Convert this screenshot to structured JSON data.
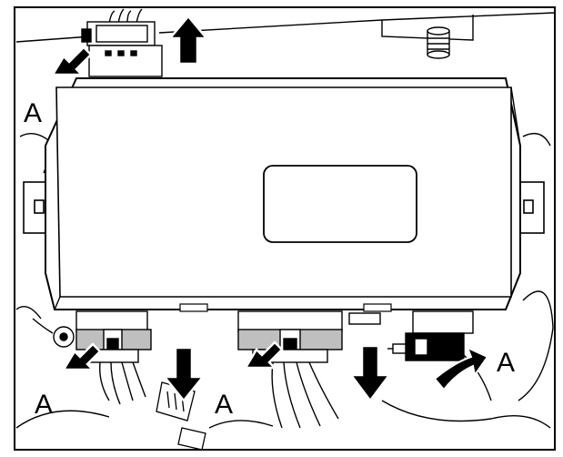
{
  "diagram": {
    "callouts": [
      "A",
      "A",
      "A",
      "A",
      "A"
    ],
    "colors": {
      "line": "#000000",
      "fill": "#ffffff",
      "shade": "#bfbfbf"
    }
  }
}
